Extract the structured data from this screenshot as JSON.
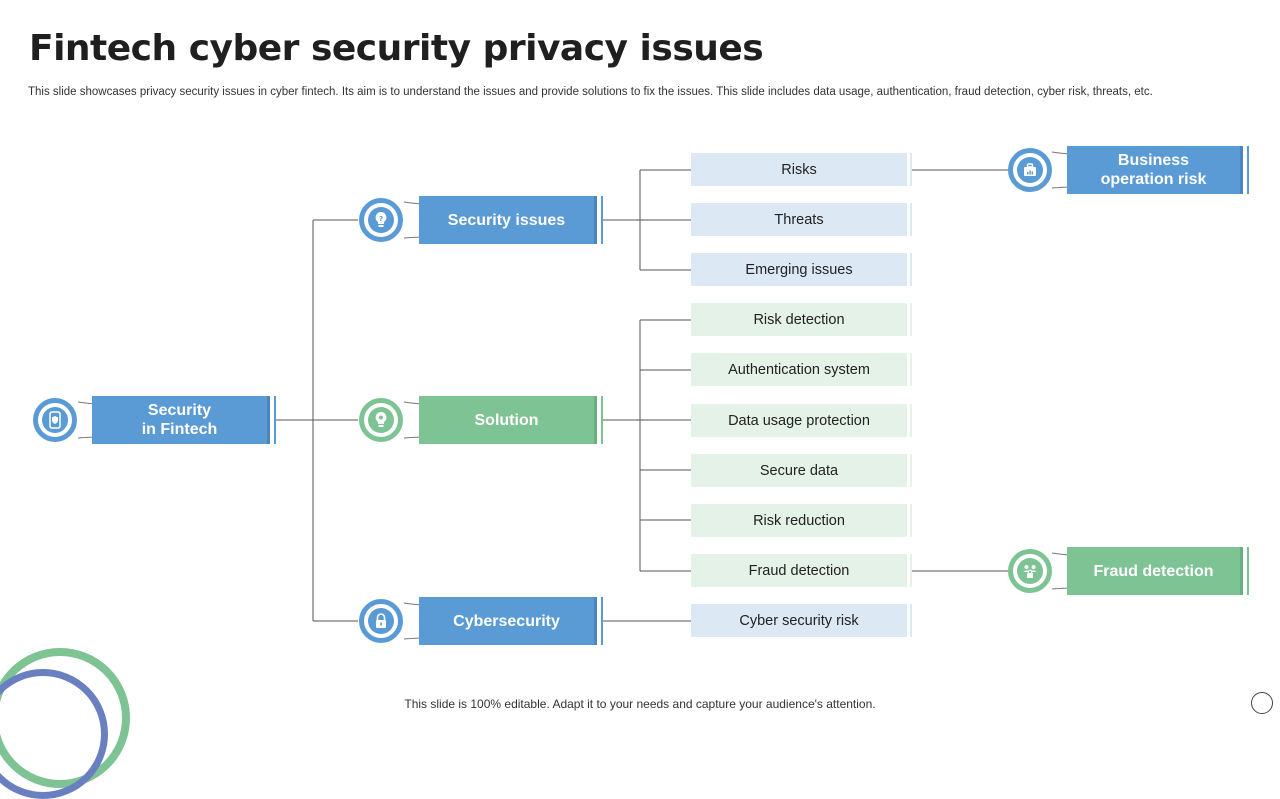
{
  "title": "Fintech cyber security privacy issues",
  "subtitle": "This slide showcases privacy security issues in cyber fintech. Its aim is to understand the issues and provide solutions to fix the issues. This slide includes data usage, authentication, fraud detection, cyber risk, threats, etc.",
  "footer": "This slide is 100% editable. Adapt it to your needs and capture your audience's attention.",
  "colors": {
    "blue": "#5b9bd5",
    "green": "#7ec394",
    "light_blue": "#dde8f5",
    "light_green": "#e5f2e8"
  },
  "root": {
    "label_line1": "Security",
    "label_line2": "in Fintech",
    "icon": "mobile-shield-icon"
  },
  "branches": {
    "security_issues": {
      "label": "Security issues",
      "icon": "lightbulb-question-icon"
    },
    "solution": {
      "label": "Solution",
      "icon": "lightbulb-brain-icon"
    },
    "cybersecurity": {
      "label": "Cybersecurity",
      "icon": "padlock-icon"
    }
  },
  "leaves": {
    "security_issues": [
      "Risks",
      "Threats",
      "Emerging issues"
    ],
    "solution": [
      "Risk detection",
      "Authentication  system",
      "Data usage protection",
      "Secure data",
      "Risk reduction",
      "Fraud detection"
    ],
    "cybersecurity": [
      "Cyber security risk"
    ]
  },
  "outcomes": {
    "business": {
      "label_line1": "Business",
      "label_line2": "operation risk",
      "icon": "briefcase-chart-icon"
    },
    "fraud": {
      "label": "Fraud detection",
      "icon": "people-lock-icon"
    }
  }
}
